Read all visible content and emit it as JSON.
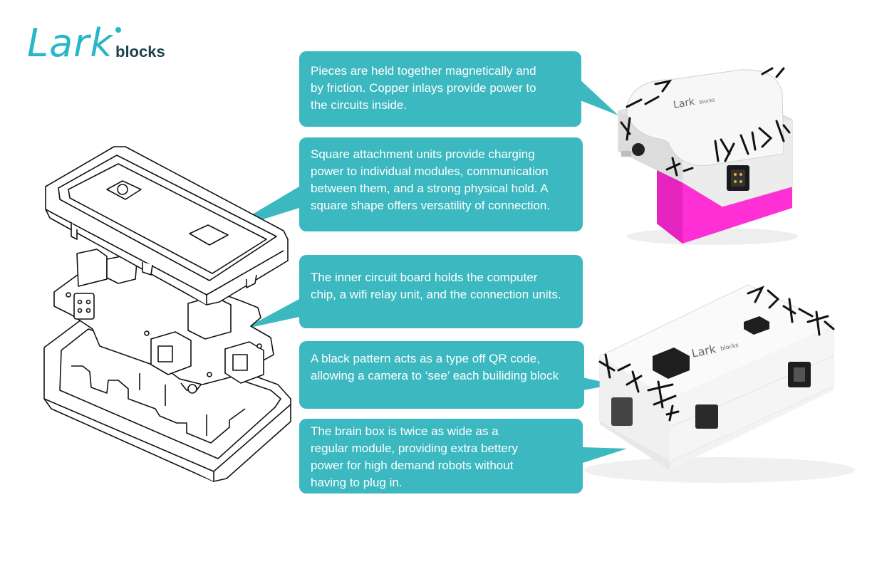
{
  "logo": {
    "brand": "Lark",
    "sub": "blocks"
  },
  "callouts": [
    {
      "text": "Pieces are held together magnetically and\nby friction. Copper inlays provide power to\nthe circuits inside."
    },
    {
      "text": "Square attachment units provide charging\npower to individual modules, communication\nbetween them, and a strong physical hold. A\nsquare shape offers versatility of connection."
    },
    {
      "text": "The inner circuit board holds the computer\nchip, a wifi relay unit, and the connection units."
    },
    {
      "text": "A black pattern acts as a type off QR code,\nallowing a camera to ‘see’ each builiding block"
    },
    {
      "text": "The brain box is twice as wide as a\nregular module, providing extra bettery\npower for high demand robots without\nhaving to plug in."
    }
  ],
  "colors": {
    "callout": "#3bb8c0",
    "logo": "#29b6c8",
    "module_base": "#ff2fd6"
  }
}
